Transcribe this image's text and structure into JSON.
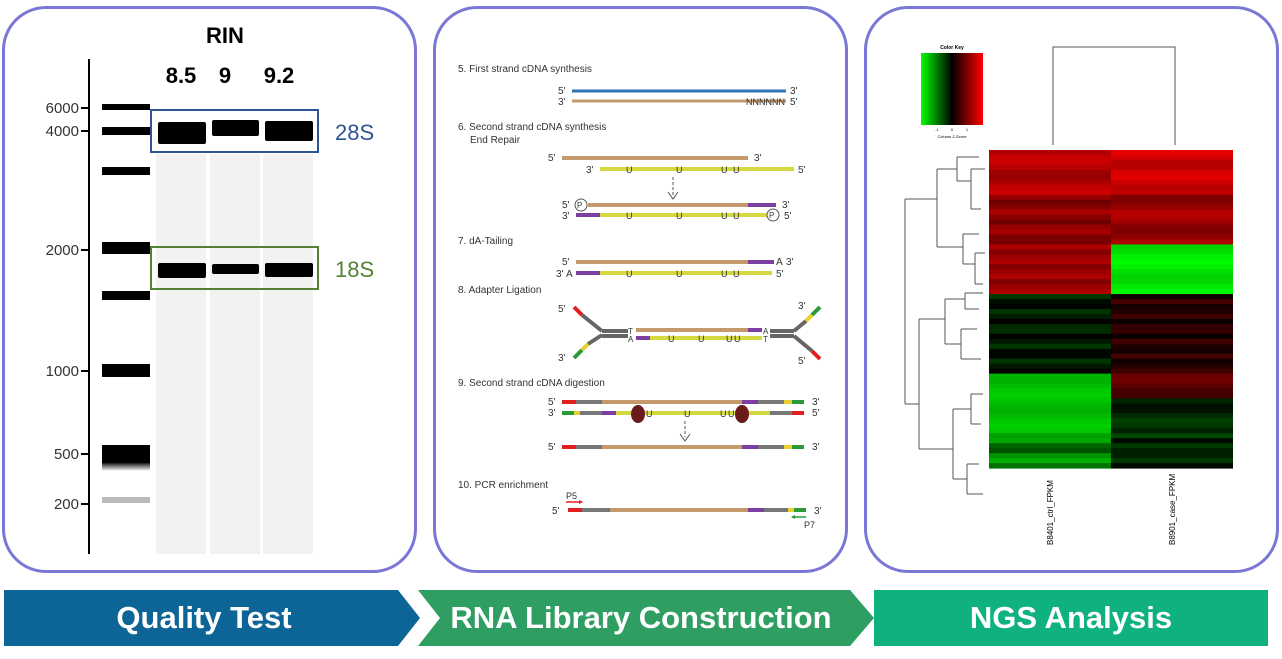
{
  "quality": {
    "rin_title": "RIN",
    "rin_values": [
      "8.5",
      "9",
      "9.2"
    ],
    "ladder_labels": [
      "6000",
      "4000",
      "2000",
      "1000",
      "500",
      "200"
    ],
    "band_28s": "28S",
    "band_18s": "18S",
    "color_28s": "#2f5496",
    "color_18s": "#548235"
  },
  "library": {
    "steps": {
      "s5": "5. First strand cDNA synthesis",
      "s6a": "6. Second strand cDNA synthesis",
      "s6b": "End Repair",
      "s7": "7. dA-Tailing",
      "s8": "8. Adapter Ligation",
      "s9": "9. Second strand cDNA digestion",
      "s10": "10. PCR enrichment"
    },
    "five": "5'",
    "three": "3'",
    "nnn": "NNNNNN",
    "u": "U",
    "p": "P",
    "a": "A",
    "t": "T",
    "p5": "P5",
    "p7": "P7"
  },
  "ngs": {
    "color_key_title": "Color Key",
    "color_key_axis": "Column Z-Score",
    "color_key_ticks": [
      "-1",
      "0",
      "1"
    ],
    "samples": [
      "B8401_ctrl_FPKM",
      "B8901_case_FPKM"
    ]
  },
  "bottom": {
    "quality_label": "Quality Test",
    "library_label": "RNA Library Construction",
    "ngs_label": "NGS Analysis",
    "quality_color": "#0d6496",
    "library_color": "#2f9e62",
    "ngs_color": "#0fb27f"
  }
}
